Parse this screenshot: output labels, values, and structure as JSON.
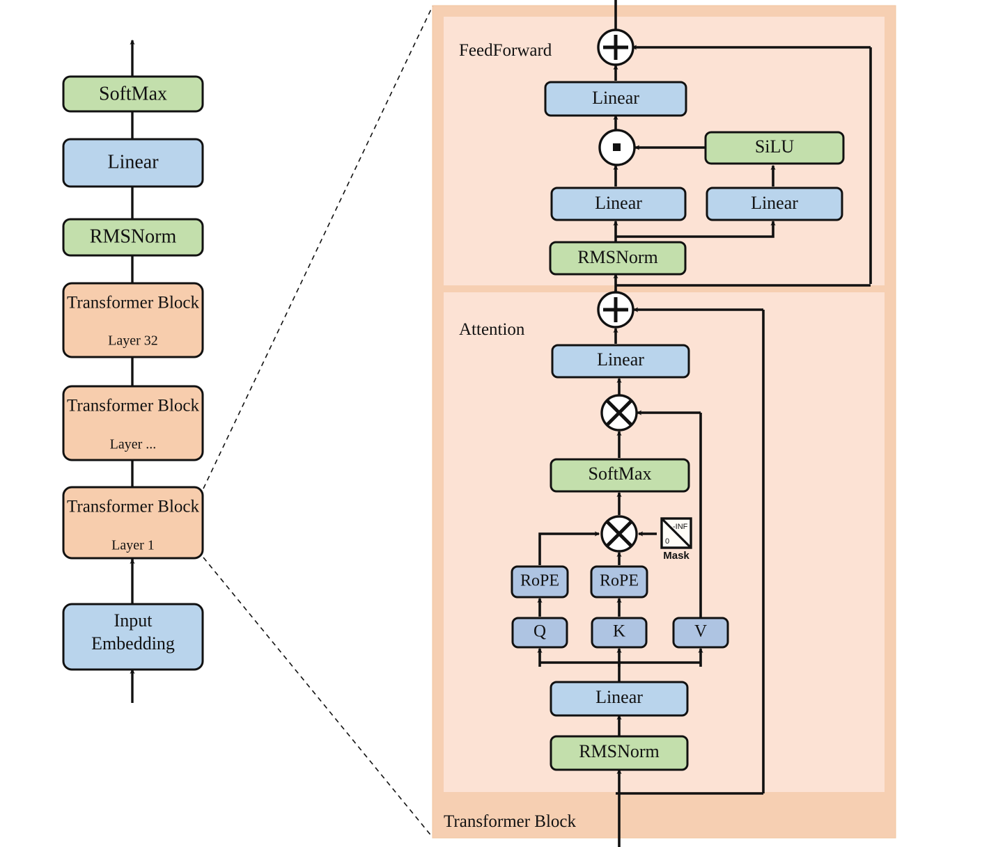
{
  "figure": {
    "title": "LLaMA-style Transformer architecture diagram",
    "colors": {
      "box_blue": "#b9d4ec",
      "box_blue_dark": "#aec4e2",
      "box_green": "#c3dfac",
      "box_orange": "#f7cdad",
      "panel_outer": "#f6cfb2",
      "panel_inner": "#fce2d4",
      "stroke": "#111111",
      "background": "#ffffff"
    }
  },
  "left_stack": {
    "name": "model-overview-column",
    "items": [
      {
        "label": "SoftMax",
        "sublabel": "",
        "color": "green"
      },
      {
        "label": "Linear",
        "sublabel": "",
        "color": "blue"
      },
      {
        "label": "RMSNorm",
        "sublabel": "",
        "color": "green"
      },
      {
        "label": "Transformer Block",
        "sublabel": "Layer 32",
        "color": "orange"
      },
      {
        "label": "Transformer Block",
        "sublabel": "Layer ...",
        "color": "orange"
      },
      {
        "label": "Transformer Block",
        "sublabel": "Layer 1",
        "color": "orange"
      },
      {
        "label": "Input Embedding",
        "sublabel": "",
        "color": "blue"
      }
    ]
  },
  "detail_panel": {
    "outer_label": "Transformer Block",
    "sections": [
      {
        "id": "feedforward",
        "label": "FeedForward"
      },
      {
        "id": "attention",
        "label": "Attention"
      }
    ]
  },
  "feedforward": {
    "label": "FeedForward",
    "add_node": "+",
    "mul_node": "·",
    "blocks": [
      {
        "id": "ff-out-linear",
        "label": "Linear",
        "color": "blue"
      },
      {
        "id": "ff-silu",
        "label": "SiLU",
        "color": "green"
      },
      {
        "id": "ff-gate-linear",
        "label": "Linear",
        "color": "blue"
      },
      {
        "id": "ff-up-linear",
        "label": "Linear",
        "color": "blue"
      },
      {
        "id": "ff-rmsnorm",
        "label": "RMSNorm",
        "color": "green"
      }
    ]
  },
  "attention": {
    "label": "Attention",
    "add_node": "+",
    "matmul_node": "×",
    "blocks": [
      {
        "id": "attn-out-linear",
        "label": "Linear",
        "color": "blue"
      },
      {
        "id": "attn-softmax",
        "label": "SoftMax",
        "color": "green"
      },
      {
        "id": "attn-rope-q",
        "label": "RoPE",
        "color": "blue-dark"
      },
      {
        "id": "attn-rope-k",
        "label": "RoPE",
        "color": "blue-dark"
      },
      {
        "id": "attn-q",
        "label": "Q",
        "color": "blue-dark"
      },
      {
        "id": "attn-k",
        "label": "K",
        "color": "blue-dark"
      },
      {
        "id": "attn-v",
        "label": "V",
        "color": "blue-dark"
      },
      {
        "id": "attn-qkv-linear",
        "label": "Linear",
        "color": "blue"
      },
      {
        "id": "attn-rmsnorm",
        "label": "RMSNorm",
        "color": "green"
      }
    ],
    "mask": {
      "caption": "Mask",
      "lower_value": "0",
      "upper_value": "-INF"
    }
  }
}
